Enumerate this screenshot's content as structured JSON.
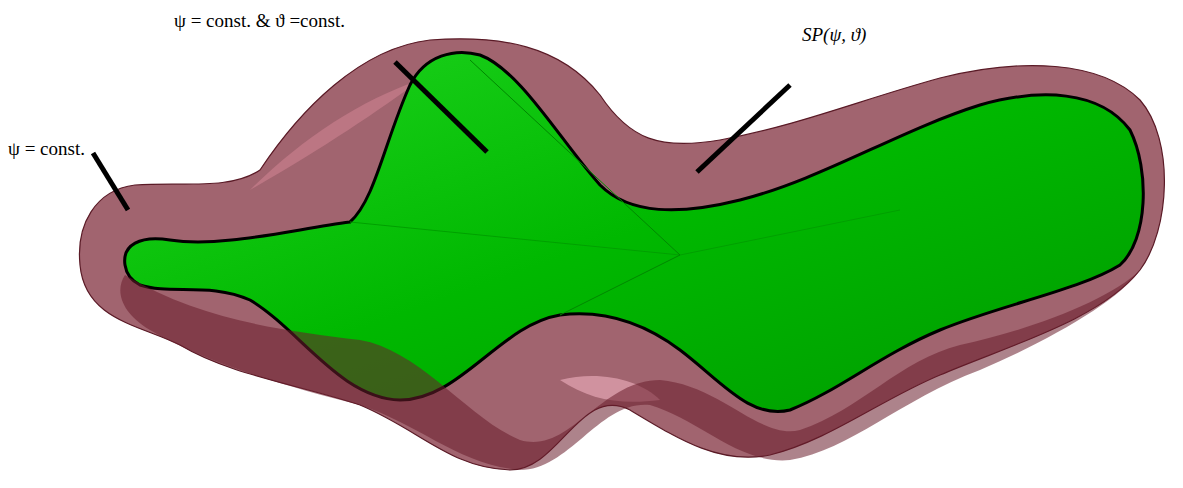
{
  "diagram": {
    "labels": [
      "ψ = const. & ϑ =const.",
      "SP(ψ, ϑ)",
      "ψ = const."
    ]
  }
}
